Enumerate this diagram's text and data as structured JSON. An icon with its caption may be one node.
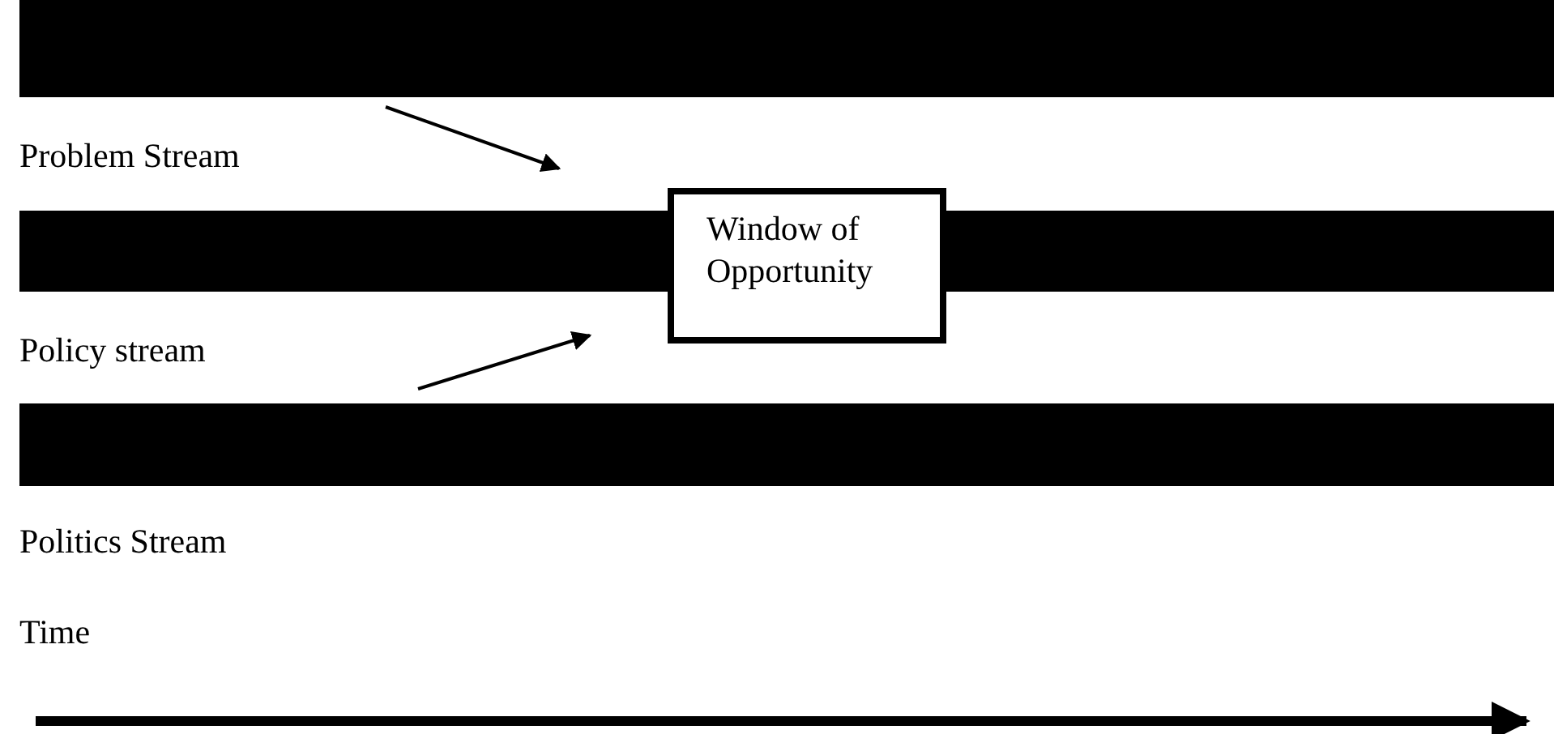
{
  "diagram": {
    "nodes": [
      {
        "text": [],
        "shape": "bar"
      },
      {
        "text": [],
        "shape": "bar"
      },
      {
        "text": [
          "Window of Opportunity"
        ]
      },
      {
        "text": [],
        "shape": "bar"
      },
      {
        "text": [],
        "shape": "bar"
      }
    ],
    "labels": [
      "Problem Stream",
      "Policy stream",
      "Politics Stream",
      "Time"
    ]
  }
}
